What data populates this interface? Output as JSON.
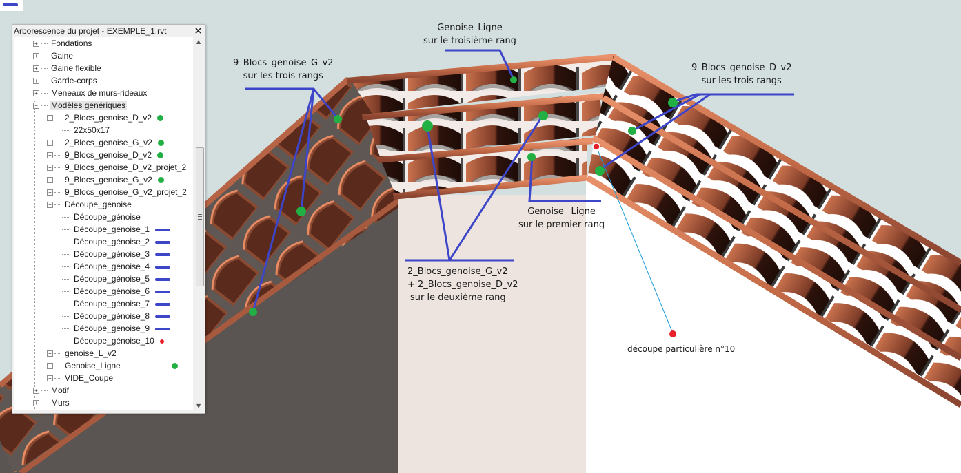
{
  "panel": {
    "title": "Arborescence du projet - EXEMPLE_1.rvt",
    "close_glyph": "✕",
    "scroll_up_glyph": "▲",
    "scroll_down_glyph": "▼",
    "items": [
      {
        "label": "Fondations",
        "level": 1,
        "expander": "+",
        "marker": ""
      },
      {
        "label": "Gaine",
        "level": 1,
        "expander": "+",
        "marker": ""
      },
      {
        "label": "Gaine flexible",
        "level": 1,
        "expander": "+",
        "marker": ""
      },
      {
        "label": "Garde-corps",
        "level": 1,
        "expander": "+",
        "marker": ""
      },
      {
        "label": "Meneaux de murs-rideaux",
        "level": 1,
        "expander": "+",
        "marker": ""
      },
      {
        "label": "Modèles génériques",
        "level": 1,
        "expander": "−",
        "marker": "",
        "selected": true
      },
      {
        "label": "2_Blocs_genoise_D_v2",
        "level": 2,
        "expander": "−",
        "marker": "green"
      },
      {
        "label": "22x50x17",
        "level": 3,
        "expander": "",
        "marker": ""
      },
      {
        "label": "2_Blocs_genoise_G_v2",
        "level": 2,
        "expander": "+",
        "marker": "green"
      },
      {
        "label": "9_Blocs_genoise_D_v2",
        "level": 2,
        "expander": "+",
        "marker": "green"
      },
      {
        "label": "9_Blocs_genoise_D_v2_projet_2",
        "level": 2,
        "expander": "+",
        "marker": ""
      },
      {
        "label": "9_Blocs_genoise_G_v2",
        "level": 2,
        "expander": "+",
        "marker": "green"
      },
      {
        "label": "9_Blocs_genoise_G_v2_projet_2",
        "level": 2,
        "expander": "+",
        "marker": ""
      },
      {
        "label": "Découpe_génoise",
        "level": 2,
        "expander": "−",
        "marker": ""
      },
      {
        "label": "Découpe_génoise",
        "level": 3,
        "expander": "",
        "marker": ""
      },
      {
        "label": "Découpe_génoise_1",
        "level": 3,
        "expander": "",
        "marker": "blue"
      },
      {
        "label": "Découpe_génoise_2",
        "level": 3,
        "expander": "",
        "marker": "blue"
      },
      {
        "label": "Découpe_génoise_3",
        "level": 3,
        "expander": "",
        "marker": "blue"
      },
      {
        "label": "Découpe_génoise_4",
        "level": 3,
        "expander": "",
        "marker": "blue"
      },
      {
        "label": "Découpe_génoise_5",
        "level": 3,
        "expander": "",
        "marker": "blue"
      },
      {
        "label": "Découpe_génoise_6",
        "level": 3,
        "expander": "",
        "marker": "blue"
      },
      {
        "label": "Découpe_génoise_7",
        "level": 3,
        "expander": "",
        "marker": "blue"
      },
      {
        "label": "Découpe_génoise_8",
        "level": 3,
        "expander": "",
        "marker": "blue"
      },
      {
        "label": "Découpe_génoise_9",
        "level": 3,
        "expander": "",
        "marker": "blue"
      },
      {
        "label": "Découpe_génoise_10",
        "level": 3,
        "expander": "",
        "marker": "red"
      },
      {
        "label": "genoise_L_v2",
        "level": 2,
        "expander": "+",
        "marker": ""
      },
      {
        "label": "Genoise_Ligne",
        "level": 2,
        "expander": "+",
        "marker": "green"
      },
      {
        "label": "VIDE_Coupe",
        "level": 2,
        "expander": "+",
        "marker": ""
      },
      {
        "label": "Motif",
        "level": 1,
        "expander": "+",
        "marker": ""
      },
      {
        "label": "Murs",
        "level": 1,
        "expander": "+",
        "marker": ""
      }
    ]
  },
  "annotations": {
    "blocs_g": {
      "line1": "9_Blocs_genoise_G_v2",
      "line2": "sur les trois rangs"
    },
    "ligne_top": {
      "line1": "Genoise_Ligne",
      "line2": "sur le troisième rang"
    },
    "blocs_d": {
      "line1": "9_Blocs_genoise_D_v2",
      "line2": "sur les trois rangs"
    },
    "ligne_first": {
      "line1": "Genoise_ Ligne",
      "line2": "sur le premier rang"
    },
    "deux_blocs": {
      "line1": "2_Blocs_genoise_G_v2",
      "line2": "+ 2_Blocs_genoise_D_v2",
      "line3": "sur le deuxième rang"
    },
    "decoupe": {
      "line1": "découpe particulière  n°10"
    }
  },
  "colors": {
    "sky": "#d3dedf",
    "tile": "#c8734f",
    "tile_dark": "#3a1a12",
    "wall_dark": "#5a5552",
    "wall_light": "#ede4df",
    "marker_green": "#22b045",
    "marker_blue": "#3d45c8",
    "marker_red": "#e8202a",
    "leader_cyan": "#1a9ad6"
  }
}
